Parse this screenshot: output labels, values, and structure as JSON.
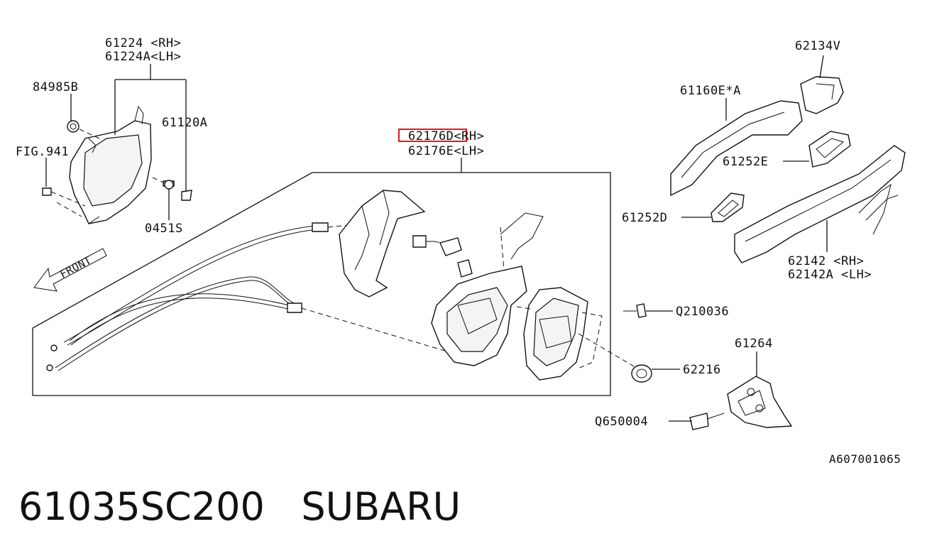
{
  "labels": {
    "p61224": "61224 <RH>",
    "p61224a": "61224A<LH>",
    "p84985b": "84985B",
    "p61120a": "61120A",
    "fig941": "FIG.941",
    "p0451s": "0451S",
    "p62176d": "62176D<RH>",
    "p62176e": "62176E<LH>",
    "p62134v": "62134V",
    "p61160e": "61160E*A",
    "p61252e": "61252E",
    "p61252d": "61252D",
    "p62142": "62142 <RH>",
    "p62142a": "62142A <LH>",
    "q210036": "Q210036",
    "p62216": "62216",
    "p61264": "61264",
    "q650004": "Q650004",
    "front": "FRONT",
    "figure_code": "A607001065"
  },
  "highlight": {
    "target": "62176D",
    "color": "#e8161b"
  },
  "footer": {
    "part_number": "61035SC200",
    "brand": "SUBARU"
  }
}
